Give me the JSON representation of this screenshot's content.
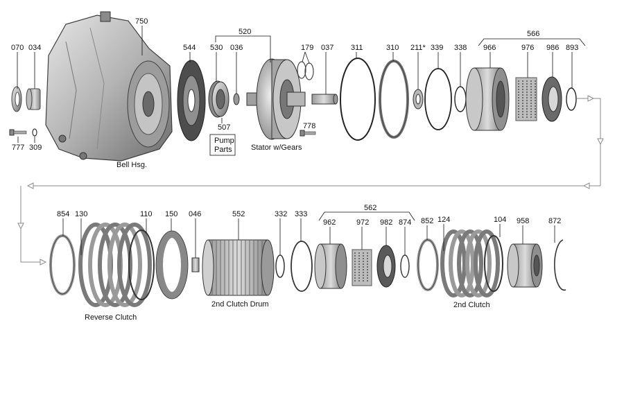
{
  "part_numbers": {
    "p070": "070",
    "p034": "034",
    "p750": "750",
    "p544": "544",
    "p530": "530",
    "p036": "036",
    "p520": "520",
    "p179": "179",
    "p037": "037",
    "p311": "311",
    "p310": "310",
    "p211": "211*",
    "p339": "339",
    "p338": "338",
    "p566": "566",
    "p966": "966",
    "p976": "976",
    "p986": "986",
    "p893": "893",
    "p507": "507",
    "p778": "778",
    "p777": "777",
    "p309": "309",
    "p854": "854",
    "p130": "130",
    "p110": "110",
    "p150": "150",
    "p046": "046",
    "p552": "552",
    "p332": "332",
    "p333": "333",
    "p562": "562",
    "p962": "962",
    "p972": "972",
    "p982": "982",
    "p874": "874",
    "p852": "852",
    "p124": "124",
    "p104": "104",
    "p958": "958",
    "p872": "872"
  },
  "captions": {
    "bell_housing": "Bell Hsg.",
    "pump_parts_line1": "Pump",
    "pump_parts_line2": "Parts",
    "stator": "Stator w/Gears",
    "reverse_clutch": "Reverse Clutch",
    "second_clutch_drum": "2nd Clutch Drum",
    "second_clutch": "2nd Clutch"
  },
  "colors": {
    "metal_light": "#d9d9d9",
    "metal_mid": "#a9a9a9",
    "metal_dark": "#5e5e5e",
    "friction": "#7d7d7d",
    "flow_arrow": "#8a8a8a"
  }
}
